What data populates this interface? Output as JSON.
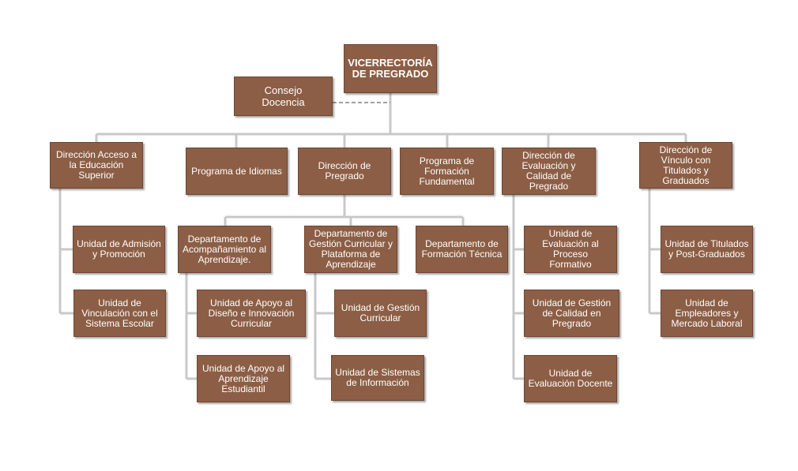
{
  "colors": {
    "box_fill": "#8c5e45",
    "connector": "#c8c8c8",
    "dashed_link": "#a0a0a0",
    "text": "#ffffff"
  },
  "root": {
    "label": "VICERRECTORÍA DE PREGRADO"
  },
  "council": {
    "label": "Consejo Docencia"
  },
  "level1": {
    "acceso": "Dirección Acceso a la Educación Superior",
    "idiomas": "Programa de Idiomas",
    "pregrado": "Dirección de Pregrado",
    "formacion_fundamental": "Programa de Formación Fundamental",
    "evaluacion_calidad": "Dirección de Evaluación y Calidad de Pregrado",
    "vinculo": "Dirección de Vínculo con Titulados y Graduados"
  },
  "acceso_units": {
    "admision": "Unidad de Admisión y Promoción",
    "vinculacion": "Unidad de Vinculación con el Sistema Escolar"
  },
  "pregrado_departments": {
    "acompanamiento": "Departamento de Acompañamiento al Aprendizaje.",
    "gestion_curricular": "Departamento de Gestión Curricular y Plataforma de Aprendizaje",
    "formacion_tecnica": "Departamento de Formación Técnica"
  },
  "acompanamiento_units": {
    "diseno": "Unidad de Apoyo al Diseño e Innovación Curricular",
    "estudiantil": "Unidad de Apoyo al Aprendizaje Estudiantil"
  },
  "gestion_units": {
    "gestion": "Unidad de Gestión Curricular",
    "sistemas": "Unidad de Sistemas de Información"
  },
  "evaluacion_units": {
    "proceso": "Unidad de Evaluación al Proceso Formativo",
    "calidad": "Unidad de Gestión de Calidad en Pregrado",
    "docente": "Unidad de Evaluación Docente"
  },
  "vinculo_units": {
    "titulados": "Unidad de Titulados y Post-Graduados",
    "empleadores": "Unidad de Empleadores y Mercado Laboral"
  }
}
